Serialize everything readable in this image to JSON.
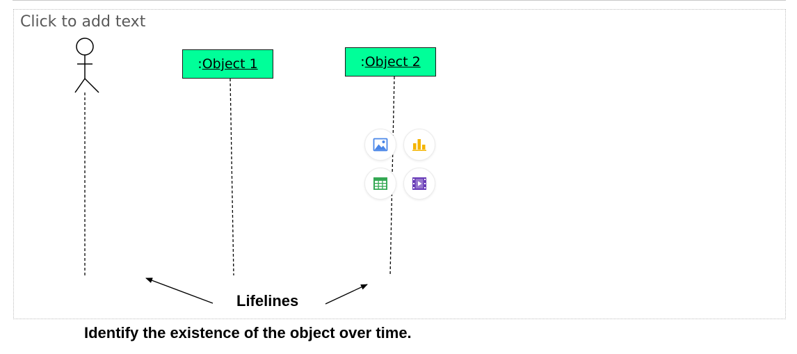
{
  "slide": {
    "placeholder_text": "Click to add text",
    "lifelines_label": "Lifelines",
    "caption": "Identify the existence of the object over time."
  },
  "objects": [
    {
      "prefix": ":",
      "name": "Object 1"
    },
    {
      "prefix": ":",
      "name": "Object 2"
    }
  ],
  "colors": {
    "object_fill": "#00ff99",
    "image_icon": "#4a86e8",
    "chart_icon": "#f4b400",
    "table_icon": "#34a853",
    "video_icon": "#673ab7"
  },
  "insert_toolbar": {
    "icons": [
      "image-icon",
      "chart-icon",
      "table-icon",
      "video-icon"
    ]
  }
}
